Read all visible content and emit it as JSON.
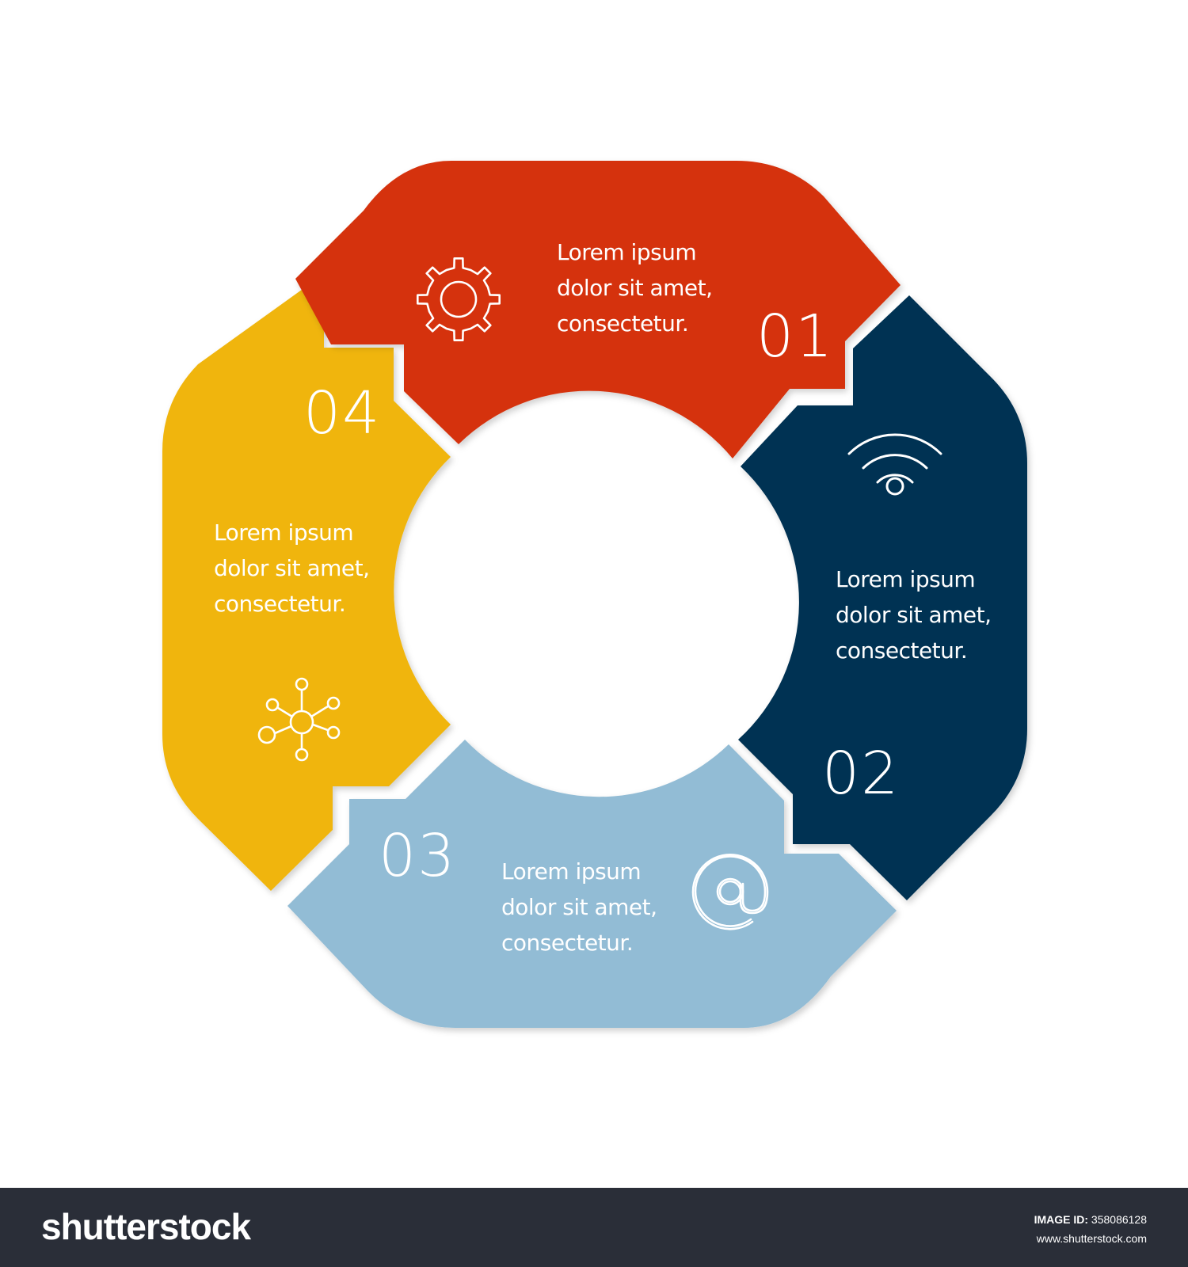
{
  "colors": {
    "segment_1": "#d5330d",
    "segment_2": "#063252",
    "segment_3": "#92bcd5",
    "segment_4": "#f0b50b",
    "background": "#ffffff",
    "footer": "#2a2e38"
  },
  "segments": [
    {
      "number": "01",
      "lines": [
        "Lorem ipsum",
        "dolor sit amet,",
        "consectetur."
      ],
      "icon": "gear-icon"
    },
    {
      "number": "02",
      "lines": [
        "Lorem ipsum",
        "dolor sit amet,",
        "consectetur."
      ],
      "icon": "wifi-icon"
    },
    {
      "number": "03",
      "lines": [
        "Lorem ipsum",
        "dolor sit amet,",
        "consectetur."
      ],
      "icon": "at-sign-icon"
    },
    {
      "number": "04",
      "lines": [
        "Lorem ipsum",
        "dolor sit amet,",
        "consectetur."
      ],
      "icon": "network-icon"
    }
  ],
  "watermark": "shutterstock",
  "footer": {
    "logo": "shutterstock",
    "image_id_label": "IMAGE ID:",
    "image_id": "358086128",
    "site": "www.shutterstock.com"
  }
}
